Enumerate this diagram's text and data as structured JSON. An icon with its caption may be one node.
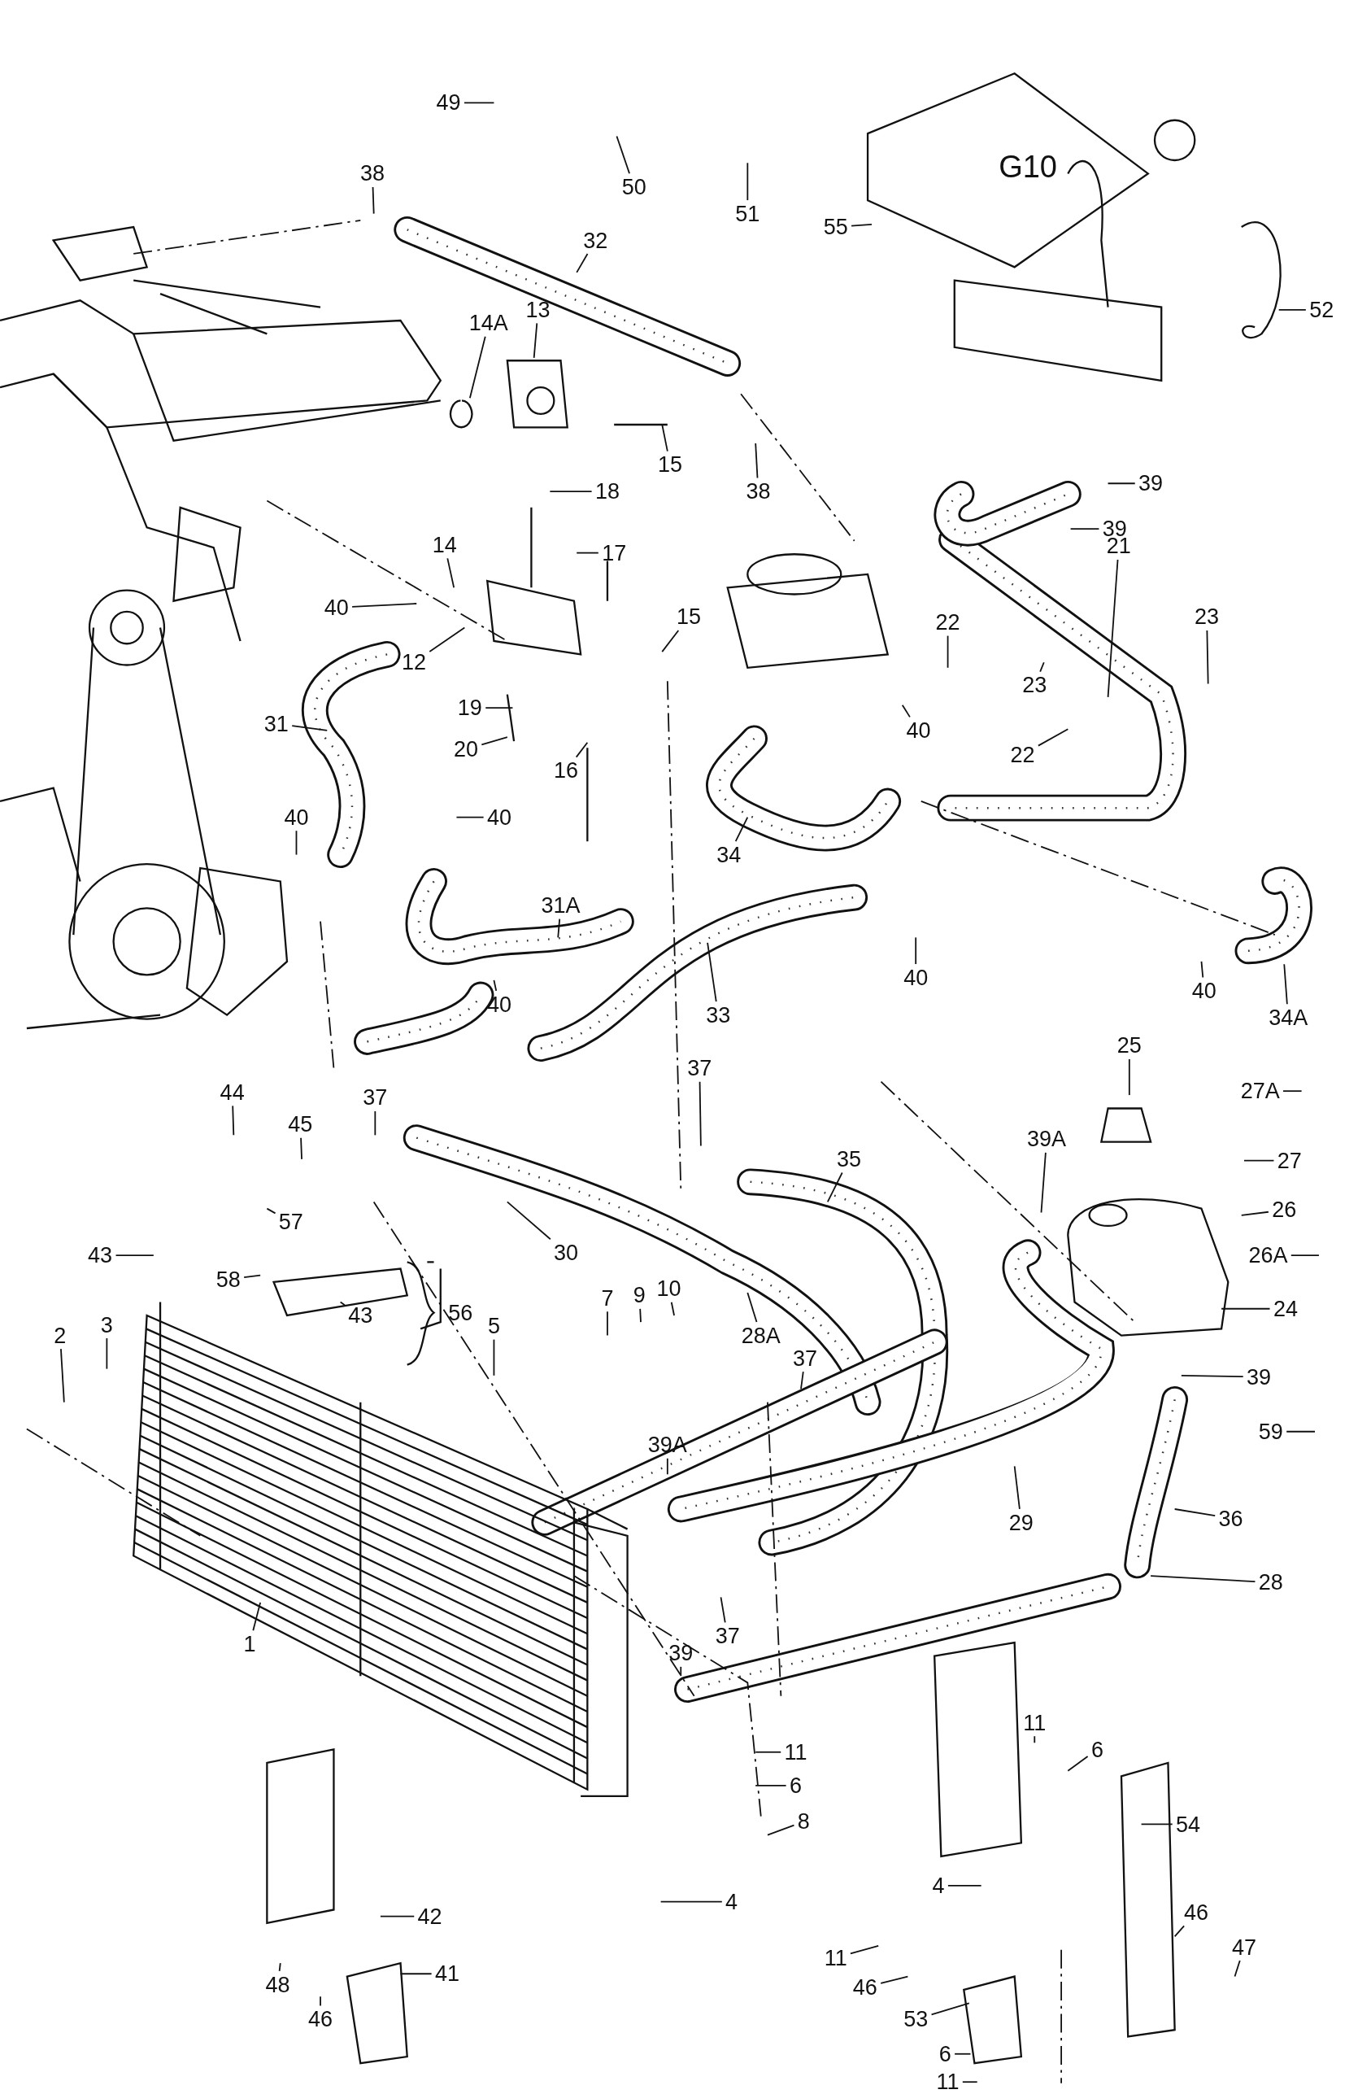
{
  "diagram": {
    "nodes": [
      {
        "text": [
          "49"
        ]
      },
      {
        "text": [
          "50"
        ]
      },
      {
        "text": [
          "51"
        ]
      },
      {
        "text": [
          "55"
        ]
      },
      {
        "text": [
          "52"
        ]
      },
      {
        "text": [
          "38"
        ]
      },
      {
        "text": [
          "32"
        ]
      },
      {
        "text": [
          "14A"
        ]
      },
      {
        "text": [
          "13"
        ]
      },
      {
        "text": [
          "15"
        ]
      },
      {
        "text": [
          "38"
        ]
      },
      {
        "text": [
          "39"
        ]
      },
      {
        "text": [
          "18"
        ]
      },
      {
        "text": [
          "39"
        ]
      },
      {
        "text": [
          "14"
        ]
      },
      {
        "text": [
          "17"
        ]
      },
      {
        "text": [
          "21"
        ]
      },
      {
        "text": [
          "23"
        ]
      },
      {
        "text": [
          "40"
        ]
      },
      {
        "text": [
          "15"
        ]
      },
      {
        "text": [
          "12"
        ]
      },
      {
        "text": [
          "22"
        ]
      },
      {
        "text": [
          "19"
        ]
      },
      {
        "text": [
          "23"
        ]
      },
      {
        "text": [
          "31"
        ]
      },
      {
        "text": [
          "40"
        ]
      },
      {
        "text": [
          "22"
        ]
      },
      {
        "text": [
          "20"
        ]
      },
      {
        "text": [
          "40"
        ]
      },
      {
        "text": [
          "40"
        ]
      },
      {
        "text": [
          "16"
        ]
      },
      {
        "text": [
          "34"
        ]
      },
      {
        "text": [
          "31A"
        ]
      },
      {
        "text": [
          "33"
        ]
      },
      {
        "text": [
          "40"
        ]
      },
      {
        "text": [
          "40"
        ]
      },
      {
        "text": [
          "40"
        ]
      },
      {
        "text": [
          "34A"
        ]
      },
      {
        "text": [
          "25"
        ]
      },
      {
        "text": [
          "27A"
        ]
      },
      {
        "text": [
          "37"
        ]
      },
      {
        "text": [
          "37"
        ]
      },
      {
        "text": [
          "44"
        ]
      },
      {
        "text": [
          "45"
        ]
      },
      {
        "text": [
          "35"
        ]
      },
      {
        "text": [
          "27"
        ]
      },
      {
        "text": [
          "39A"
        ]
      },
      {
        "text": [
          "57"
        ]
      },
      {
        "text": [
          "26"
        ]
      },
      {
        "text": [
          "30"
        ]
      },
      {
        "text": [
          "43"
        ]
      },
      {
        "text": [
          "26A"
        ]
      },
      {
        "text": [
          "58"
        ]
      },
      {
        "text": [
          "43"
        ]
      },
      {
        "text": [
          "24"
        ]
      },
      {
        "text": [
          "2"
        ]
      },
      {
        "text": [
          "3"
        ]
      },
      {
        "text": [
          "5"
        ]
      },
      {
        "text": [
          "7"
        ]
      },
      {
        "text": [
          "9"
        ]
      },
      {
        "text": [
          "10"
        ]
      },
      {
        "text": [
          "28A"
        ]
      },
      {
        "text": [
          "37"
        ]
      },
      {
        "text": [
          "39"
        ]
      },
      {
        "text": [
          "59"
        ]
      },
      {
        "text": [
          "29"
        ]
      },
      {
        "text": [
          "39A"
        ]
      },
      {
        "text": [
          "36"
        ]
      },
      {
        "text": [
          "28"
        ]
      },
      {
        "text": [
          "37"
        ]
      },
      {
        "text": [
          "39"
        ]
      },
      {
        "text": [
          "1"
        ]
      },
      {
        "text": [
          "11"
        ]
      },
      {
        "text": [
          "11"
        ]
      },
      {
        "text": [
          "6"
        ]
      },
      {
        "text": [
          "6"
        ]
      },
      {
        "text": [
          "8"
        ]
      },
      {
        "text": [
          "54"
        ]
      },
      {
        "text": [
          "42"
        ]
      },
      {
        "text": [
          "4"
        ]
      },
      {
        "text": [
          "4"
        ]
      },
      {
        "text": [
          "46"
        ]
      },
      {
        "text": [
          "47"
        ]
      },
      {
        "text": [
          "41"
        ]
      },
      {
        "text": [
          "11"
        ]
      },
      {
        "text": [
          "46"
        ]
      },
      {
        "text": [
          "48"
        ]
      },
      {
        "text": [
          "46"
        ]
      },
      {
        "text": [
          "53"
        ]
      },
      {
        "text": [
          "6"
        ]
      },
      {
        "text": [
          "11"
        ]
      }
    ],
    "edges": [
      {
        "from": 0,
        "to": null,
        "arrow": "none"
      },
      {
        "from": 1,
        "to": null,
        "arrow": "none"
      },
      {
        "from": 2,
        "to": null,
        "arrow": "none"
      },
      {
        "from": 3,
        "to": null,
        "arrow": "none"
      },
      {
        "from": 4,
        "to": null,
        "arrow": "none"
      },
      {
        "from": 5,
        "to": null,
        "arrow": "none"
      },
      {
        "from": 6,
        "to": null,
        "arrow": "none"
      },
      {
        "from": 7,
        "to": null,
        "arrow": "none"
      },
      {
        "from": 8,
        "to": null,
        "arrow": "none"
      },
      {
        "from": 9,
        "to": null,
        "arrow": "none"
      },
      {
        "from": 10,
        "to": null,
        "arrow": "none"
      },
      {
        "from": 11,
        "to": null,
        "arrow": "none"
      },
      {
        "from": 12,
        "to": null,
        "arrow": "none"
      },
      {
        "from": 13,
        "to": null,
        "arrow": "none"
      },
      {
        "from": 14,
        "to": null,
        "arrow": "none"
      },
      {
        "from": 15,
        "to": null,
        "arrow": "none"
      },
      {
        "from": 16,
        "to": null,
        "arrow": "none"
      },
      {
        "from": 17,
        "to": null,
        "arrow": "none"
      },
      {
        "from": 18,
        "to": null,
        "arrow": "none"
      },
      {
        "from": 19,
        "to": null,
        "arrow": "none"
      },
      {
        "from": 20,
        "to": null,
        "arrow": "none"
      },
      {
        "from": 21,
        "to": null,
        "arrow": "none"
      },
      {
        "from": 22,
        "to": null,
        "arrow": "none"
      },
      {
        "from": 23,
        "to": null,
        "arrow": "none"
      },
      {
        "from": 24,
        "to": null,
        "arrow": "none"
      },
      {
        "from": 25,
        "to": null,
        "arrow": "none"
      },
      {
        "from": 26,
        "to": null,
        "arrow": "none"
      },
      {
        "from": 27,
        "to": null,
        "arrow": "none"
      },
      {
        "from": 28,
        "to": null,
        "arrow": "none"
      },
      {
        "from": 29,
        "to": null,
        "arrow": "none"
      },
      {
        "from": 30,
        "to": null,
        "arrow": "none"
      },
      {
        "from": 31,
        "to": null,
        "arrow": "none"
      },
      {
        "from": 32,
        "to": null,
        "arrow": "none"
      },
      {
        "from": 33,
        "to": null,
        "arrow": "none"
      },
      {
        "from": 34,
        "to": null,
        "arrow": "none"
      },
      {
        "from": 35,
        "to": null,
        "arrow": "none"
      },
      {
        "from": 36,
        "to": null,
        "arrow": "none"
      },
      {
        "from": 37,
        "to": null,
        "arrow": "none"
      },
      {
        "from": 38,
        "to": null,
        "arrow": "none"
      },
      {
        "from": 39,
        "to": null,
        "arrow": "none"
      },
      {
        "from": 40,
        "to": null,
        "arrow": "none"
      },
      {
        "from": 41,
        "to": null,
        "arrow": "none"
      },
      {
        "from": 42,
        "to": null,
        "arrow": "none"
      },
      {
        "from": 43,
        "to": null,
        "arrow": "none"
      },
      {
        "from": 44,
        "to": null,
        "arrow": "none"
      },
      {
        "from": 45,
        "to": null,
        "arrow": "none"
      },
      {
        "from": 46,
        "to": null,
        "arrow": "none"
      },
      {
        "from": 47,
        "to": null,
        "arrow": "none"
      },
      {
        "from": 48,
        "to": null,
        "arrow": "none"
      },
      {
        "from": 49,
        "to": null,
        "arrow": "none"
      },
      {
        "from": 50,
        "to": null,
        "arrow": "none"
      },
      {
        "from": 51,
        "to": null,
        "arrow": "none"
      },
      {
        "from": 52,
        "to": null,
        "arrow": "none"
      },
      {
        "from": 53,
        "to": null,
        "arrow": "none"
      },
      {
        "from": 54,
        "to": null,
        "arrow": "none"
      },
      {
        "from": 55,
        "to": null,
        "arrow": "none"
      },
      {
        "from": 56,
        "to": null,
        "arrow": "none"
      },
      {
        "from": 57,
        "to": null,
        "arrow": "none"
      },
      {
        "from": 58,
        "to": null,
        "arrow": "none"
      },
      {
        "from": 59,
        "to": null,
        "arrow": "none"
      },
      {
        "from": 60,
        "to": null,
        "arrow": "none"
      },
      {
        "from": 61,
        "to": null,
        "arrow": "none"
      },
      {
        "from": 62,
        "to": null,
        "arrow": "none"
      },
      {
        "from": 63,
        "to": null,
        "arrow": "none"
      },
      {
        "from": 64,
        "to": null,
        "arrow": "none"
      },
      {
        "from": 65,
        "to": null,
        "arrow": "none"
      },
      {
        "from": 66,
        "to": null,
        "arrow": "none"
      },
      {
        "from": 67,
        "to": null,
        "arrow": "none"
      },
      {
        "from": 68,
        "to": null,
        "arrow": "none"
      },
      {
        "from": 69,
        "to": null,
        "arrow": "none"
      },
      {
        "from": 70,
        "to": null,
        "arrow": "none"
      },
      {
        "from": 71,
        "to": null,
        "arrow": "none"
      },
      {
        "from": 72,
        "to": null,
        "arrow": "none"
      },
      {
        "from": 73,
        "to": null,
        "arrow": "none"
      },
      {
        "from": 74,
        "to": null,
        "arrow": "none"
      },
      {
        "from": 75,
        "to": null,
        "arrow": "none"
      },
      {
        "from": 76,
        "to": null,
        "arrow": "none"
      },
      {
        "from": 77,
        "to": null,
        "arrow": "none"
      },
      {
        "from": 78,
        "to": null,
        "arrow": "none"
      },
      {
        "from": 79,
        "to": null,
        "arrow": "none"
      },
      {
        "from": 80,
        "to": null,
        "arrow": "none"
      },
      {
        "from": 81,
        "to": null,
        "arrow": "none"
      },
      {
        "from": 82,
        "to": null,
        "arrow": "none"
      },
      {
        "from": 83,
        "to": null,
        "arrow": "none"
      },
      {
        "from": 84,
        "to": null,
        "arrow": "none"
      },
      {
        "from": 85,
        "to": null,
        "arrow": "none"
      },
      {
        "from": 86,
        "to": null,
        "arrow": "none"
      },
      {
        "from": 87,
        "to": null,
        "arrow": "none"
      },
      {
        "from": 88,
        "to": null,
        "arrow": "none"
      },
      {
        "from": 89,
        "to": null,
        "arrow": "none"
      },
      {
        "from": 90,
        "to": null,
        "arrow": "none"
      }
    ],
    "labels": [
      "G10",
      "56"
    ]
  }
}
